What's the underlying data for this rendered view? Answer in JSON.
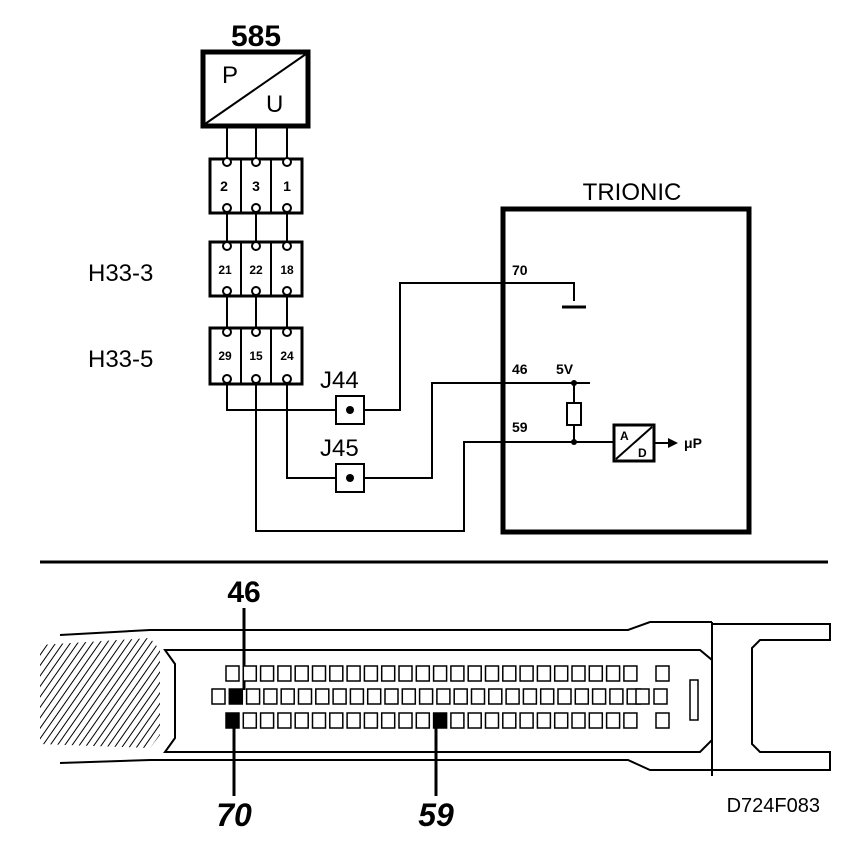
{
  "sensor": {
    "id": "585",
    "top_letter": "P",
    "bottom_letter": "U"
  },
  "connectors": {
    "sensor_pins": [
      "2",
      "3",
      "1"
    ],
    "h33_3": {
      "label": "H33-3",
      "pins": [
        "21",
        "22",
        "18"
      ]
    },
    "h33_5": {
      "label": "H33-5",
      "pins": [
        "29",
        "15",
        "24"
      ]
    }
  },
  "junctions": {
    "j44": "J44",
    "j45": "J45"
  },
  "ecu": {
    "label": "TRIONIC",
    "pin_70": "70",
    "pin_46": "46",
    "pin_59": "59",
    "supply": "5V",
    "adc_top": "A",
    "adc_bottom": "D",
    "mcu": "μP"
  },
  "connector_view": {
    "label_top": "46",
    "label_bottom_left": "70",
    "label_bottom_right": "59"
  },
  "figure_code": "D724F083"
}
